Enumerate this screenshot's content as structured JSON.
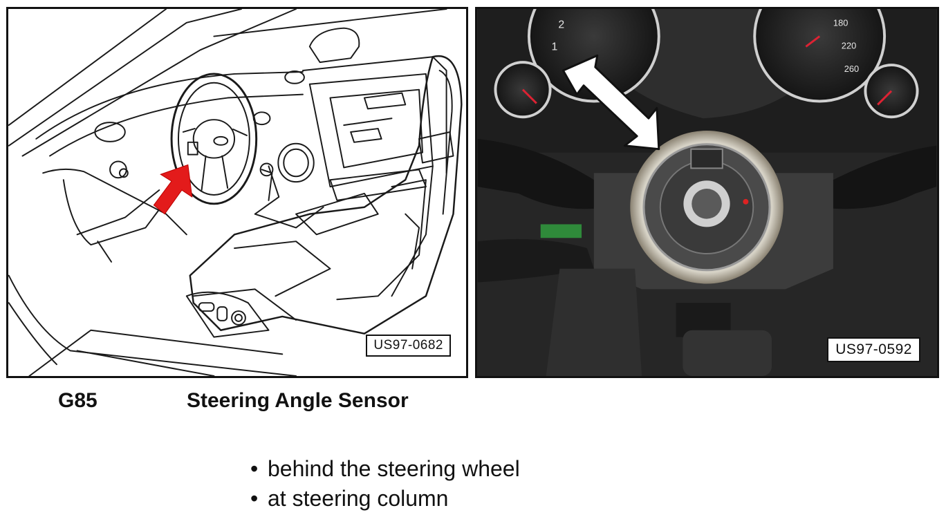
{
  "figures": {
    "left": {
      "ref_label": "US97-0682",
      "arrow_color": "#e31b1b"
    },
    "right": {
      "ref_label": "US97-0592",
      "arrow_color": "#ffffff"
    }
  },
  "caption": {
    "code": "G85",
    "title": "Steering Angle Sensor"
  },
  "bullets": [
    "behind the steering wheel",
    "at steering column"
  ],
  "bullet_glyph": "•"
}
